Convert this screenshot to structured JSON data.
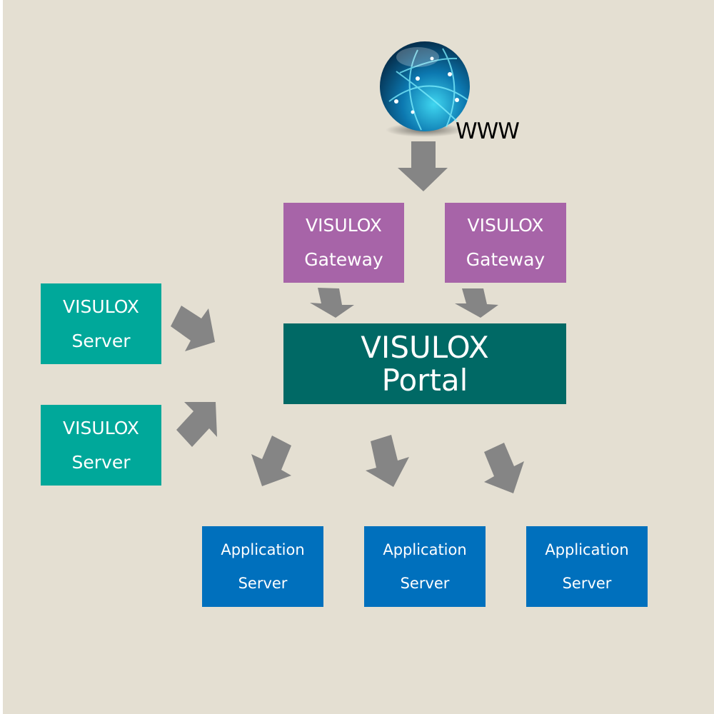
{
  "globe": {
    "label": "WWW"
  },
  "gateways": [
    {
      "line1": "VISULOX",
      "line2": "Gateway"
    },
    {
      "line1": "VISULOX",
      "line2": "Gateway"
    }
  ],
  "portal": {
    "line1": "VISULOX",
    "line2": "Portal"
  },
  "servers": [
    {
      "line1": "VISULOX",
      "line2": "Server"
    },
    {
      "line1": "VISULOX",
      "line2": "Server"
    }
  ],
  "app_servers": [
    {
      "line1": "Application",
      "line2": "Server"
    },
    {
      "line1": "Application",
      "line2": "Server"
    },
    {
      "line1": "Application",
      "line2": "Server"
    }
  ],
  "colors": {
    "background": "#e4dfd2",
    "gateway": "#a764a8",
    "portal": "#006965",
    "server": "#00a89a",
    "app_server": "#0070bd",
    "arrow": "#858585"
  }
}
